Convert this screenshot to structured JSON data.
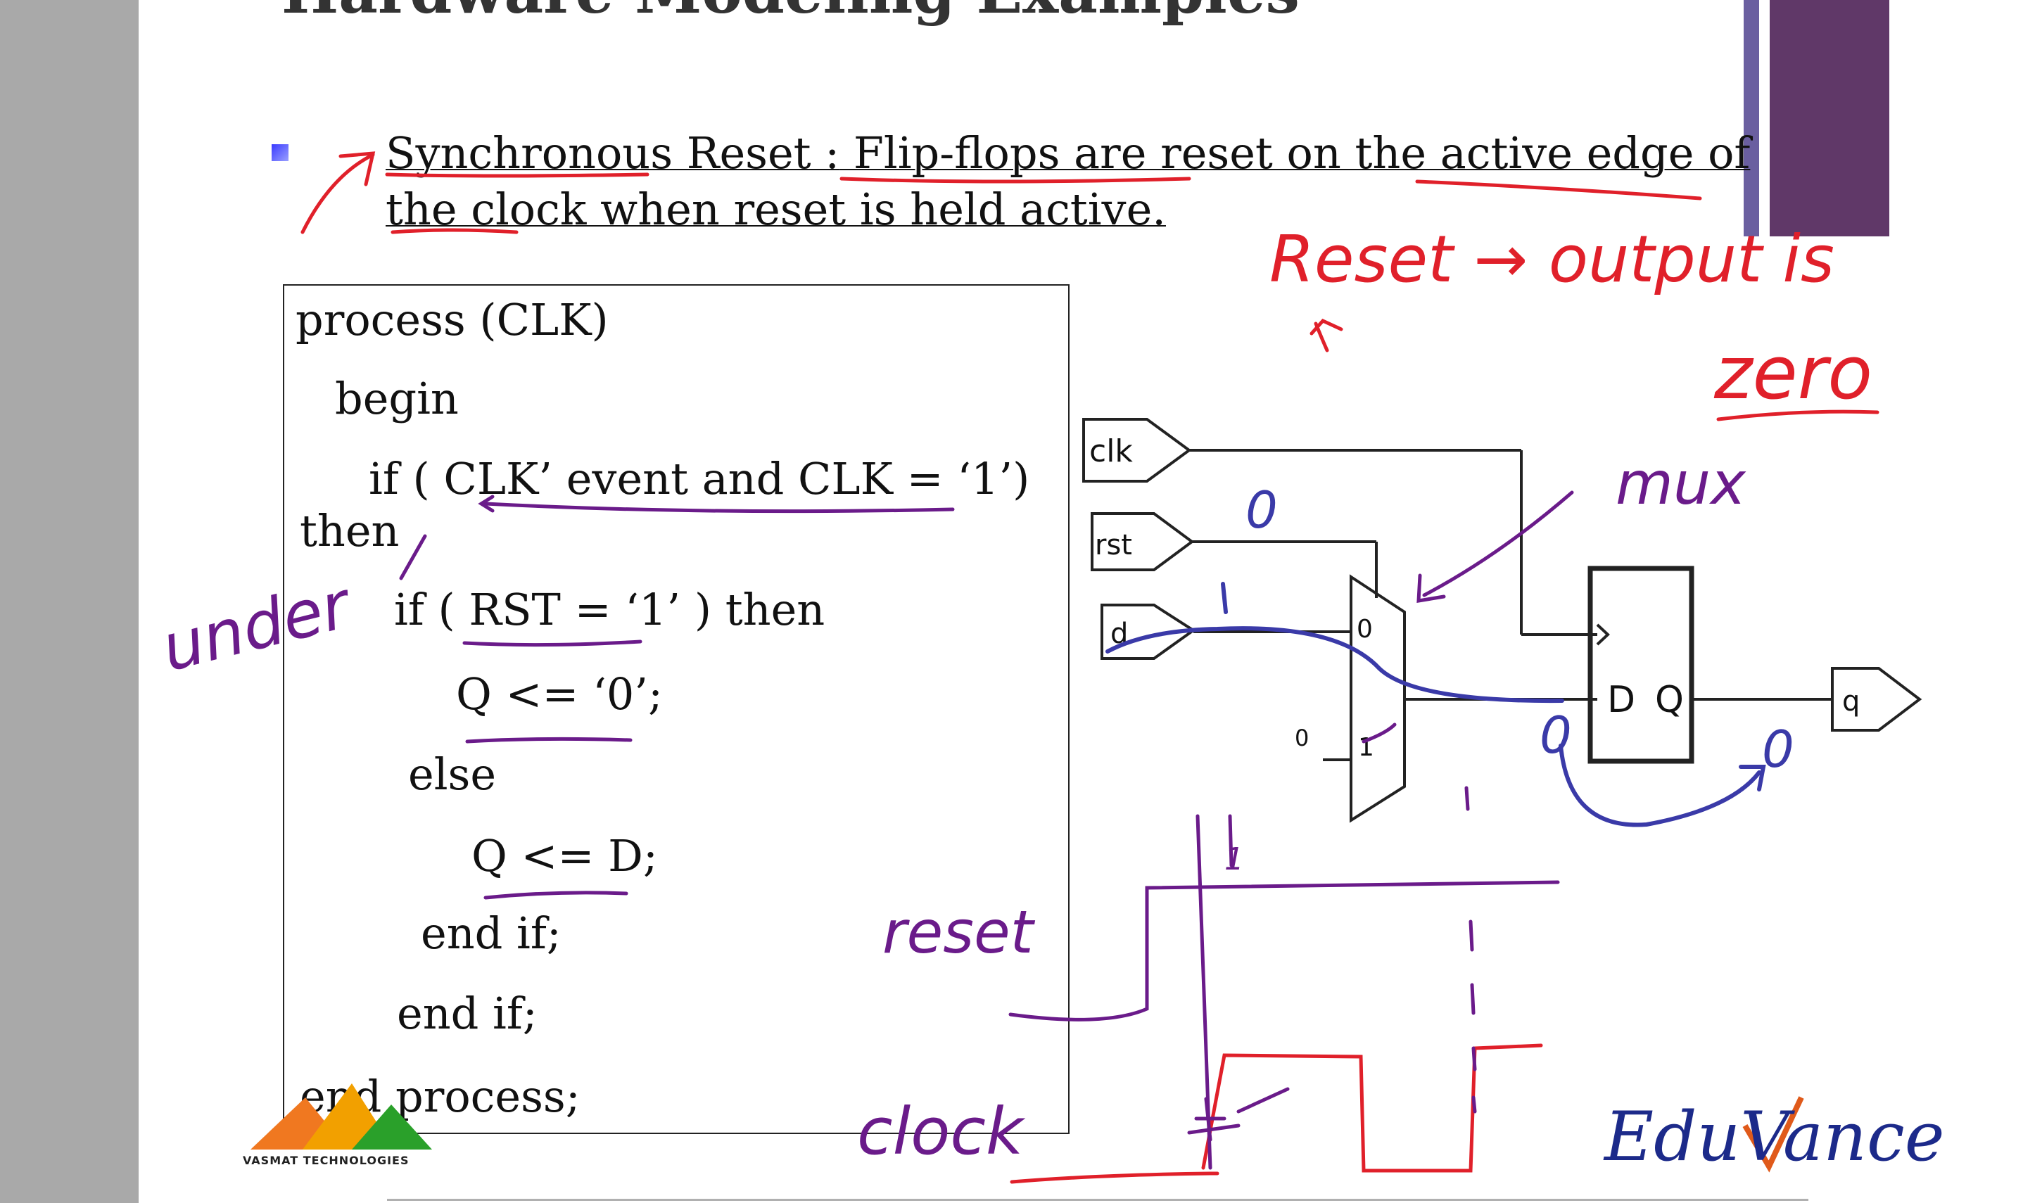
{
  "slide": {
    "title": "Hardware Modeling Examples",
    "bullet": {
      "label": "Synchronous Reset :",
      "text": " Flip-flops are reset on the active edge of the clock when reset is  held active."
    }
  },
  "code": {
    "lines": [
      "process (CLK)",
      "begin",
      "if ( CLK’ event and CLK = ‘1’)",
      "then",
      "if ( RST = ‘1’ ) then",
      "Q <= ‘0’;",
      "else",
      "Q <= D;",
      "end if;",
      "end if;",
      "end process;"
    ]
  },
  "circuit": {
    "ports": {
      "clk": "clk",
      "rst": "rst",
      "d": "d",
      "q": "q"
    },
    "mux_inputs": {
      "in0": "0",
      "in1": "1",
      "const": "0"
    },
    "flipflop": {
      "d": "D",
      "q": "Q"
    }
  },
  "annotations": {
    "reset_note": "Reset → output is",
    "zero": "zero",
    "mux": "mux",
    "under": "under",
    "reset_label": "reset",
    "clock_label": "clock",
    "zero_mark": "0",
    "one_mark": "1",
    "phi_a": "0",
    "phi_b": "0"
  },
  "logos": {
    "left": "VASMAT TECHNOLOGIES",
    "right": "EduVance"
  },
  "colors": {
    "left_bar": "#a9a9a9",
    "accent_blue": "#6a5fa0",
    "accent_purple": "#603868",
    "ink_red": "#e0202a",
    "ink_purple": "#6a1b8a",
    "ink_blue": "#3a3aa8",
    "logo_blue": "#1c2a8a"
  }
}
